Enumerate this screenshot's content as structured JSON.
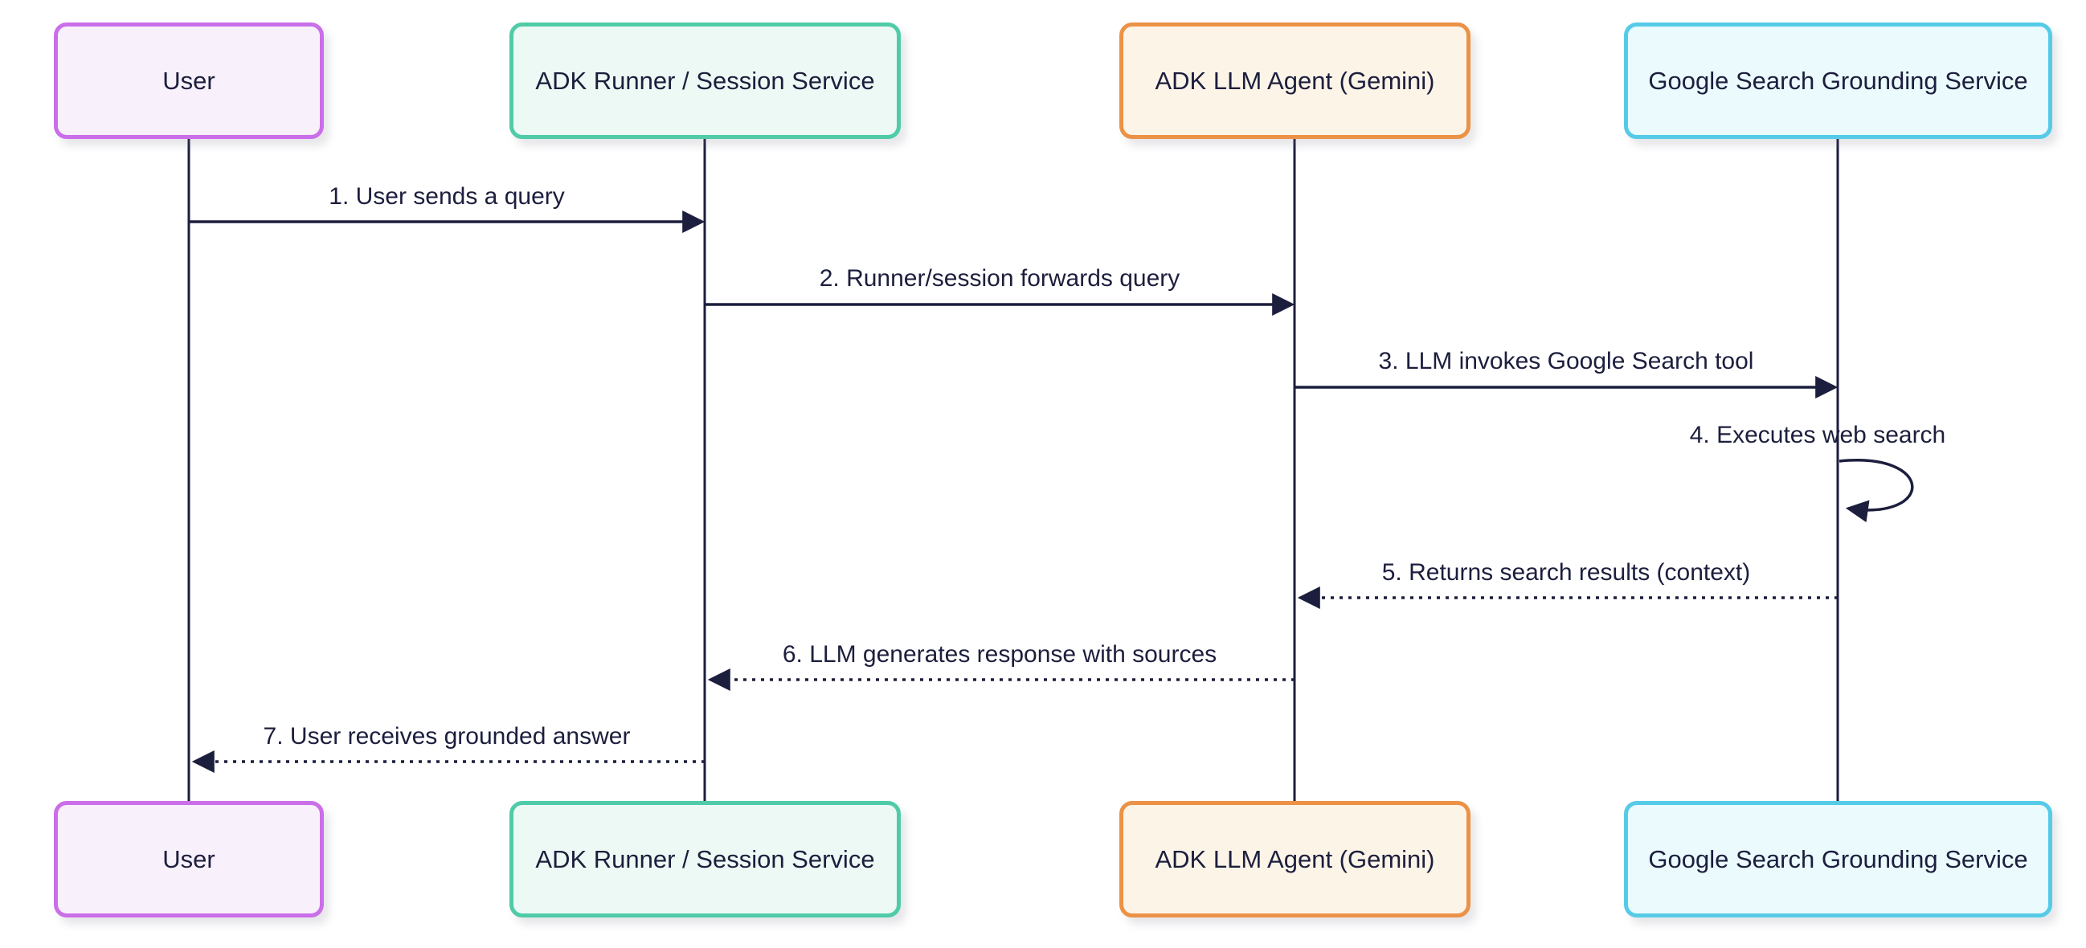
{
  "diagram": {
    "type": "sequence",
    "actors": [
      {
        "id": "user",
        "label": "User"
      },
      {
        "id": "runner",
        "label": "ADK Runner / Session Service"
      },
      {
        "id": "llm",
        "label": "ADK LLM Agent (Gemini)"
      },
      {
        "id": "google",
        "label": "Google Search Grounding Service"
      }
    ],
    "messages": [
      {
        "order": 1,
        "text": "1. User sends a query",
        "from": "User",
        "to": "ADK Runner / Session Service",
        "line": "solid"
      },
      {
        "order": 2,
        "text": "2. Runner/session forwards query",
        "from": "ADK Runner / Session Service",
        "to": "ADK LLM Agent (Gemini)",
        "line": "solid"
      },
      {
        "order": 3,
        "text": "3. LLM invokes Google Search tool",
        "from": "ADK LLM Agent (Gemini)",
        "to": "Google Search Grounding Service",
        "line": "solid"
      },
      {
        "order": 4,
        "text": "4. Executes web search",
        "from": "Google Search Grounding Service",
        "to": "Google Search Grounding Service",
        "line": "solid-self-loop"
      },
      {
        "order": 5,
        "text": "5. Returns search results (context)",
        "from": "Google Search Grounding Service",
        "to": "ADK LLM Agent (Gemini)",
        "line": "dotted"
      },
      {
        "order": 6,
        "text": "6. LLM generates response with sources",
        "from": "ADK LLM Agent (Gemini)",
        "to": "ADK Runner / Session Service",
        "line": "dotted"
      },
      {
        "order": 7,
        "text": "7. User receives grounded answer",
        "from": "ADK Runner / Session Service",
        "to": "User",
        "line": "dotted"
      }
    ]
  },
  "colors": {
    "bg": "#ffffff",
    "text": "#1c1e3d",
    "line": "#1c1e3d",
    "user_fill": "#f8f0fa",
    "user_border": "#cb6ee9",
    "runner_fill": "#edf9f4",
    "runner_border": "#4fcba8",
    "llm_fill": "#fdf4e8",
    "llm_border": "#eb9247",
    "google_fill": "#eafafd",
    "google_border": "#55cbe7"
  }
}
